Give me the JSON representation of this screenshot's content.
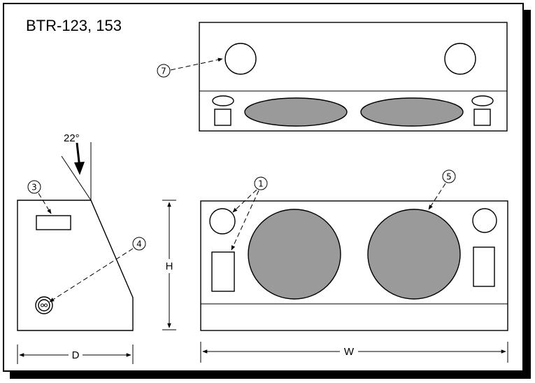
{
  "title": "BTR-123, 153",
  "angle_label": "22°",
  "dimensions": {
    "height": "H",
    "depth": "D",
    "width": "W"
  },
  "callouts": {
    "c1": "1",
    "c3": "3",
    "c4": "4",
    "c5": "5",
    "c7": "7"
  }
}
